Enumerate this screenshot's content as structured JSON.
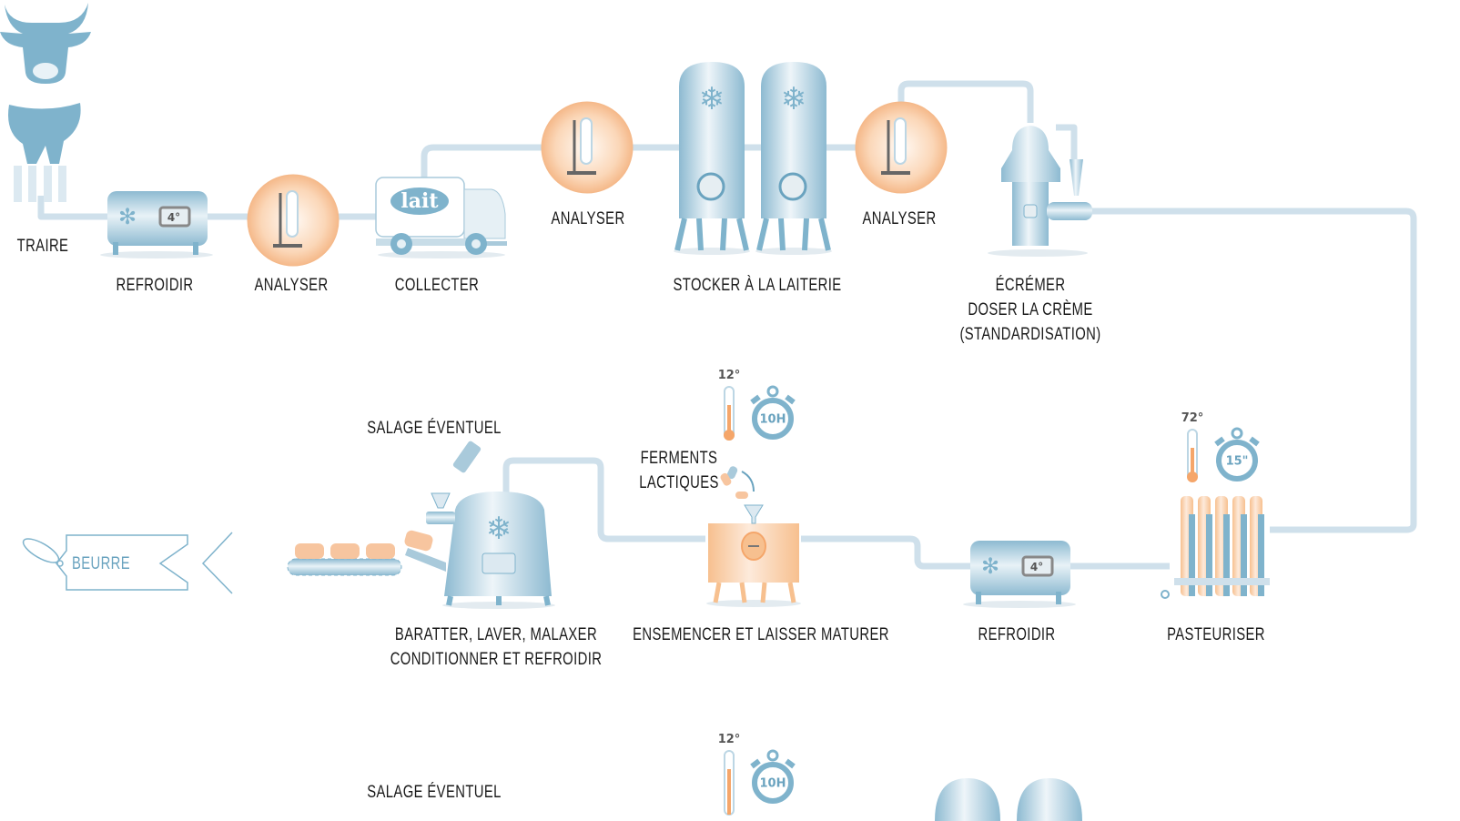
{
  "title": "Fabrication du beurre",
  "colors": {
    "pipe": "#cfe0eb",
    "blue": "#7fb3cc",
    "orange": "#f7c59f",
    "text": "#1a1a1a"
  },
  "steps": {
    "traire": "TRAIRE",
    "refroidir1": "REFROIDIR",
    "refroidir1_temp": "4°",
    "analyser1": "ANALYSER",
    "collecter": "COLLECTER",
    "truck_label": "lait",
    "analyser2": "ANALYSER",
    "stocker": "STOCKER À LA LAITERIE",
    "analyser3": "ANALYSER",
    "ecremer": [
      "ÉCRÉMER",
      "DOSER LA CRÈME",
      "(STANDARDISATION)"
    ],
    "pasteuriser": "PASTEURISER",
    "pasteuriser_temp": "72°",
    "pasteuriser_time": "15\"",
    "refroidir2": "REFROIDIR",
    "refroidir2_temp": "4°",
    "ensemencer": "ENSEMENCER ET LAISSER MATURER",
    "ferments": [
      "FERMENTS",
      "LACTIQUES"
    ],
    "maturation_temp": "12°",
    "maturation_time": "10H",
    "salage": "SALAGE ÉVENTUEL",
    "baratter": [
      "BARATTER, LAVER, MALAXER",
      "CONDITIONNER ET REFROIDIR"
    ],
    "beurre": "BEURRE"
  },
  "repeat_row": {
    "temp": "12°",
    "time": "10H",
    "salage": "SALAGE ÉVENTUEL"
  }
}
